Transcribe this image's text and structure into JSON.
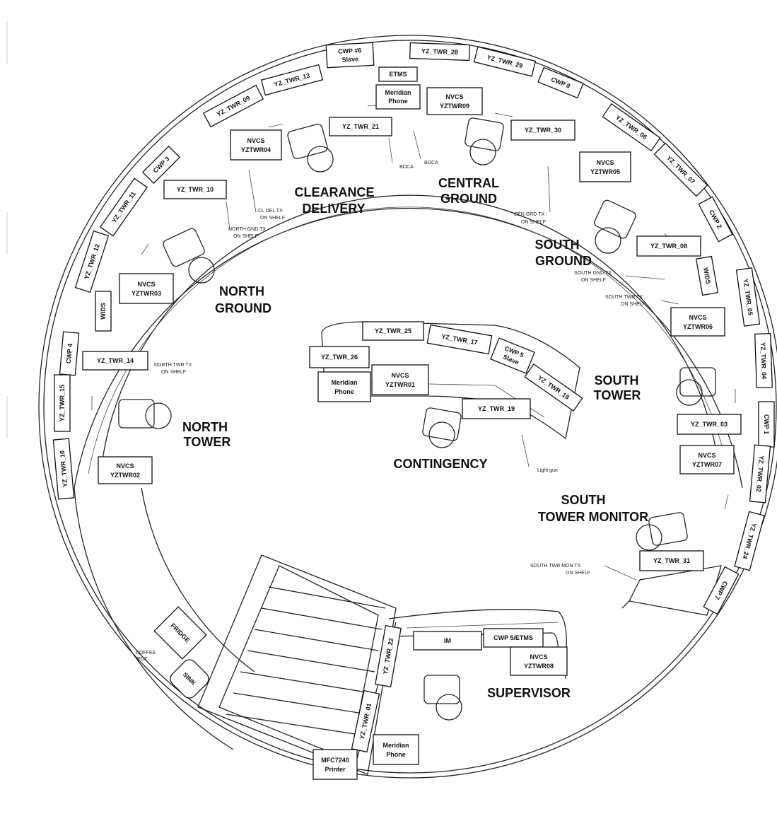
{
  "zones": {
    "clearance": [
      "CLEARANCE",
      "DELIVERY"
    ],
    "central": [
      "CENTRAL",
      "GROUND"
    ],
    "south_ground": [
      "SOUTH",
      "GROUND"
    ],
    "north_ground": [
      "NORTH",
      "GROUND"
    ],
    "south_tower": [
      "SOUTH",
      "TOWER"
    ],
    "north_tower": [
      "NORTH",
      "TOWER"
    ],
    "contingency": "CONTINGENCY",
    "south_tower_monitor": [
      "SOUTH",
      "TOWER MONITOR"
    ],
    "supervisor": "SUPERVISOR"
  },
  "boxes": {
    "cwp6": [
      "CWP #6",
      "Slave"
    ],
    "tw28": "YZ_TWR_28",
    "tw29": "YZ_TWR_29",
    "cwp8": "CWP 8",
    "tw13": "YZ_TWR_13",
    "tw09": "YZ_TWR_09",
    "etms": "ETMS",
    "mer1": [
      "Meridian",
      "Phone"
    ],
    "nv09": [
      "NVCS",
      "YZTWR09"
    ],
    "tw21": "YZ_TWR_21",
    "nv04": [
      "NVCS",
      "YZTWR04"
    ],
    "tw30": "YZ_TWR_30",
    "tw06": "YZ_TWR_06",
    "tw07": "YZ_TWR_07",
    "nv05": [
      "NVCS",
      "YZTWR05"
    ],
    "cwp2": "CWP 2",
    "cwp3": "CWP 3",
    "tw11": "YZ_TWR_11",
    "tw10": "YZ_TWR_10",
    "tw12": "YZ_TWR_12",
    "nv03": [
      "NVCS",
      "YZTWR03"
    ],
    "wids1": "WIDS",
    "cwp4": "CWP 4",
    "tw14": "YZ_TWR_14",
    "tw15": "YZ_TWR_15",
    "tw16": "YZ_TWR_16",
    "nv02": [
      "NVCS",
      "YZTWR02"
    ],
    "tw08": "YZ_TWR_08",
    "wids2": "WIDS",
    "tw05": "YZ_TWR_05",
    "nv06": [
      "NVCS",
      "YZTWR06"
    ],
    "tw04": "YZ_TWR_04",
    "cwp1": "CWP 1",
    "tw03": "YZ_TWR_03",
    "nv07": [
      "NVCS",
      "YZTWR07"
    ],
    "tw02": "YZ_TWR_02",
    "tw24": "YZ_TWR_24",
    "tw31": "YZ_TWR_31",
    "cwp7": "CWP 7",
    "tw25": "YZ_TWR_25",
    "tw17": "YZ_TWR_17",
    "cwp5s": [
      "CWP 5",
      "Slave"
    ],
    "tw26": "YZ_TWR_26",
    "mer2": [
      "Meridian",
      "Phone"
    ],
    "nv01": [
      "NVCS",
      "YZTWR01"
    ],
    "tw18": "YZ_TWR_18",
    "tw19": "YZ_TWR_19",
    "im": "IM",
    "cwp5e": "CWP 5/ETMS",
    "nv08": [
      "NVCS",
      "YZTWR08"
    ],
    "tw22": "YZ_TWR_22",
    "tw01": "YZ_TWR_01",
    "mer3": [
      "Meridian",
      "Phone"
    ],
    "mfc": [
      "MFC7240",
      "Printer"
    ],
    "fridge": "FRIDGE",
    "sink": "SINK"
  },
  "notes": {
    "cl_del": [
      "CL DEL TX",
      "ON SHELF"
    ],
    "north_gnd": [
      "NORTH GND TX",
      "ON SHELF"
    ],
    "boca1": "BOCA",
    "boca2": "BOCA",
    "cen_grd": [
      "CEN GRD TX",
      "ON SHELF"
    ],
    "south_gnd": [
      "SOUTH GND TX",
      "ON SHELF"
    ],
    "south_twr": [
      "SOUTH TWR TX",
      "ON SHELF"
    ],
    "north_twr": [
      "NORTH TWR TX",
      "ON SHELF"
    ],
    "light_gun": "Light gun",
    "south_twr_mon": [
      "SOUTH TWR MON TX",
      "ON SHELF"
    ],
    "coffee": [
      "COFFEE",
      "POT"
    ]
  }
}
